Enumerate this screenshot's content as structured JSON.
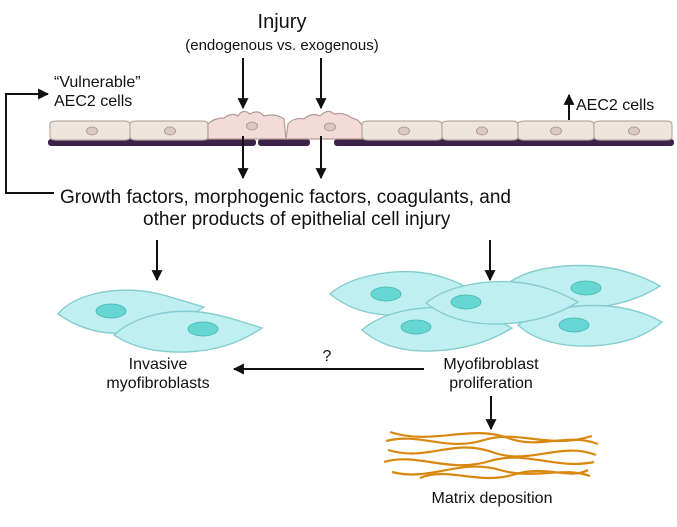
{
  "injury": {
    "title": "Injury",
    "subtitle": "(endogenous vs. exogenous)"
  },
  "epithelium": {
    "vulnerable_line1": "“Vulnerable”",
    "vulnerable_line2": "AEC2 cells",
    "increase_label": "AEC2 cells",
    "increase_symbol": "↑"
  },
  "mediators": {
    "line1": "Growth factors, morphogenic factors, coagulants, and",
    "line2": "other products of epithelial cell injury"
  },
  "invasive": {
    "line1": "Invasive",
    "line2": "myofibroblasts"
  },
  "proliferation": {
    "line1": "Myofibroblast",
    "line2": "proliferation"
  },
  "question": "?",
  "matrix": {
    "label": "Matrix deposition"
  },
  "colors": {
    "epithelial_cell": "#efe5df",
    "injured_cell": "#f3dcd8",
    "basement_membrane": "#3b2347",
    "myofibroblast": "#bfeff0",
    "myofibroblast_nucleus": "#66d6d3",
    "matrix_fiber": "#d9870e",
    "text_and_arrows": "#111111"
  }
}
